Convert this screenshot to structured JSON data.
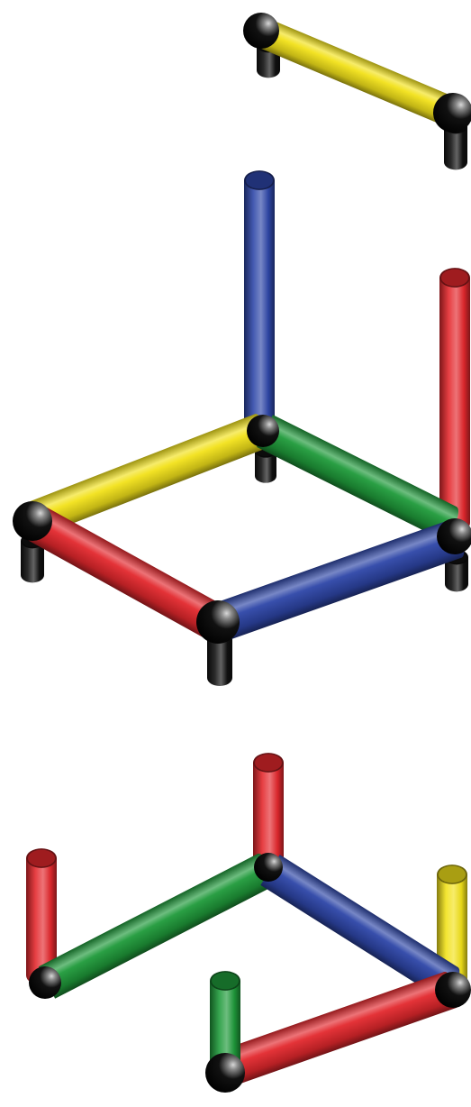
{
  "colors": {
    "red": "#e3282d",
    "green": "#1f9a3a",
    "blue": "#2e46a8",
    "yellow": "#f2e21a",
    "black": "#111111"
  },
  "assemblies": [
    {
      "id": "top",
      "pieces": [
        {
          "kind": "tube",
          "color": "yellow"
        },
        {
          "kind": "connector",
          "color": "black"
        },
        {
          "kind": "connector",
          "color": "black"
        },
        {
          "kind": "leg",
          "color": "black"
        },
        {
          "kind": "leg",
          "color": "black"
        }
      ]
    },
    {
      "id": "middle",
      "pieces": [
        {
          "kind": "post",
          "color": "blue"
        },
        {
          "kind": "post",
          "color": "red"
        },
        {
          "kind": "tube",
          "color": "yellow"
        },
        {
          "kind": "tube",
          "color": "green"
        },
        {
          "kind": "tube",
          "color": "red"
        },
        {
          "kind": "tube",
          "color": "blue"
        },
        {
          "kind": "connector",
          "color": "black"
        },
        {
          "kind": "leg",
          "color": "black"
        }
      ]
    },
    {
      "id": "bottom",
      "pieces": [
        {
          "kind": "post",
          "color": "red"
        },
        {
          "kind": "post",
          "color": "red"
        },
        {
          "kind": "post",
          "color": "yellow"
        },
        {
          "kind": "post",
          "color": "green"
        },
        {
          "kind": "tube",
          "color": "green"
        },
        {
          "kind": "tube",
          "color": "blue"
        },
        {
          "kind": "tube",
          "color": "red"
        },
        {
          "kind": "connector",
          "color": "black"
        }
      ]
    }
  ]
}
